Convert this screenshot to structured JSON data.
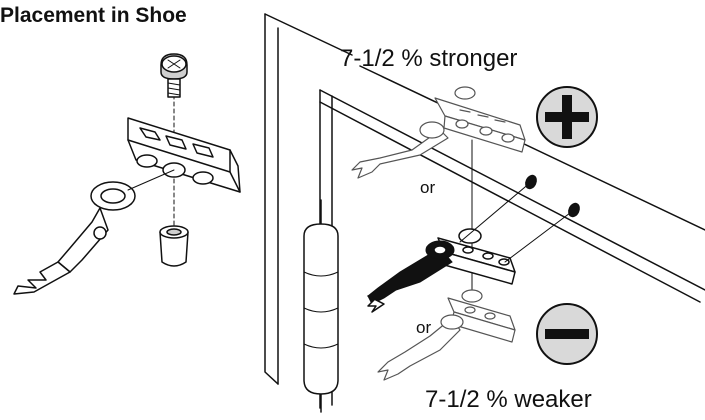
{
  "title": "Placement in Shoe",
  "labels": {
    "stronger": "7-1/2 % stronger",
    "weaker": "7-1/2 % weaker",
    "or_top": "or",
    "or_bottom": "or"
  },
  "icons": {
    "plus": "plus-sign-icon",
    "minus": "minus-sign-icon"
  },
  "colors": {
    "ink": "#111111",
    "sign_fill": "#d9d9d9",
    "background": "#ffffff"
  }
}
